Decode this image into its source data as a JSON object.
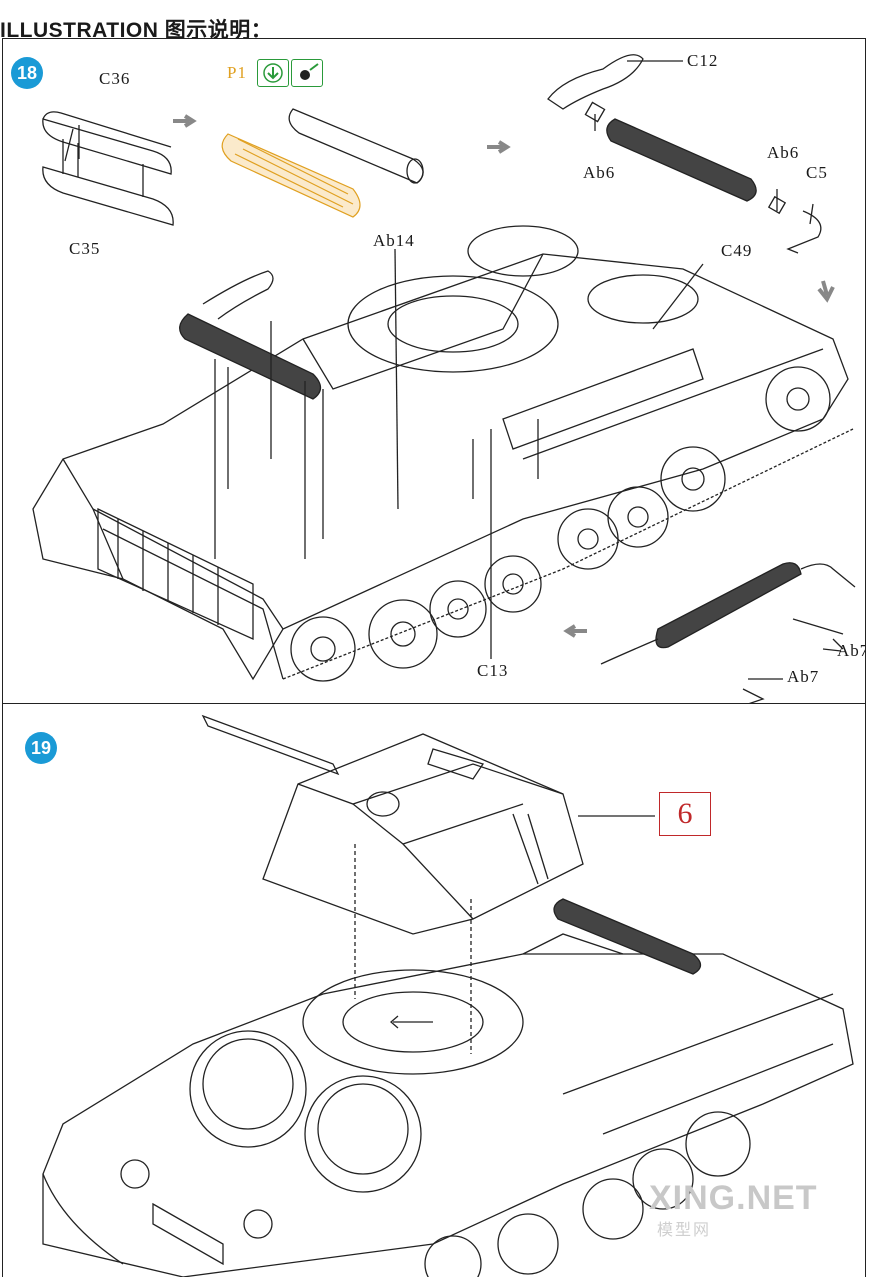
{
  "header": {
    "title": "ILLUSTRATION 图示说明："
  },
  "step18": {
    "number": "18",
    "labels": {
      "c36": "C36",
      "c35": "C35",
      "p1": "P1",
      "c12": "C12",
      "ab6_left": "Ab6",
      "ab6_right": "Ab6",
      "c5": "C5",
      "ab14": "Ab14",
      "c49": "C49",
      "c13": "C13",
      "ab7_top": "Ab7",
      "ab7_bottom": "Ab7"
    },
    "icons": [
      "down-arrow-icon",
      "paint-drop-icon"
    ]
  },
  "step19": {
    "number": "19",
    "ref_step": "6",
    "watermark": "XING.NET",
    "watermark_sub": "模型网"
  },
  "colors": {
    "badge": "#1a9ad6",
    "ref_box": "#c0282a",
    "photo_etch": "#e0a020",
    "icon_green": "#2a9a3a"
  }
}
